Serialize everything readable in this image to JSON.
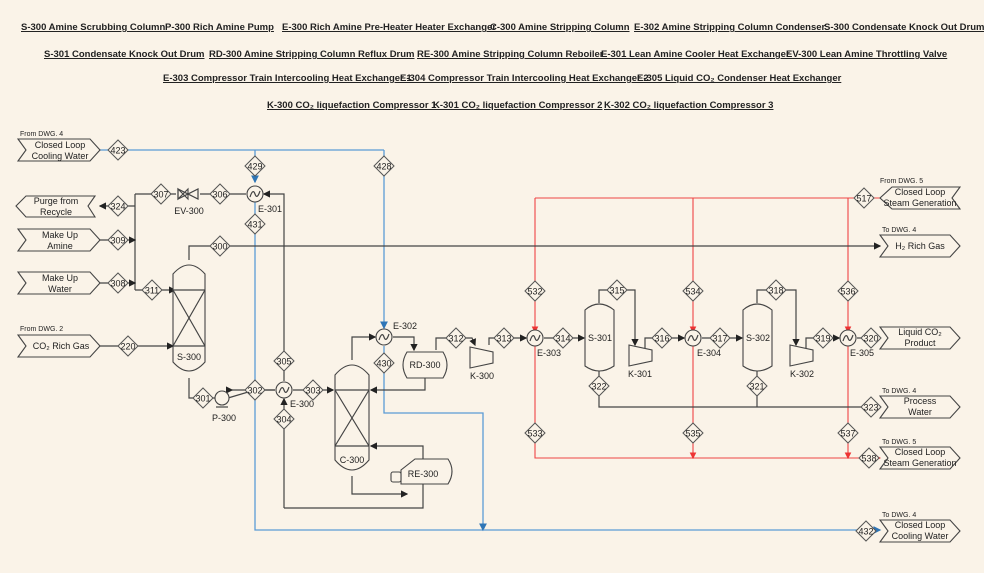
{
  "legend": {
    "row1": [
      "S-300 Amine Scrubbing Column",
      "P-300 Rich Amine Pump",
      "E-300 Rich Amine Pre-Heater Heater Exchanger",
      "C-300 Amine Stripping Column",
      "E-302 Amine Stripping Column Condenser",
      "S-300 Condensate Knock Out Drum"
    ],
    "row2": [
      "S-301 Condensate Knock Out Drum",
      "RD-300 Amine Stripping Column Reflux Drum",
      "RE-300 Amine Stripping Column Reboiler",
      "E-301 Lean Amine Cooler Heat Exchanger",
      "EV-300 Lean Amine Throttling Valve"
    ],
    "row3": [
      "E-303 Compressor Train Intercooling Heat Exchanger 1",
      "E-304 Compressor Train Intercooling Heat Exchanger 2",
      "E-305 Liquid CO₂ Condenser Heat Exchanger"
    ],
    "row4": [
      "K-300 CO₂ liquefaction Compressor 1",
      "K-301 CO₂ liquefaction Compressor 2",
      "K-302 CO₂ liquefaction Compressor 3"
    ]
  },
  "offpage": {
    "cw_in": {
      "note": "From DWG. 4",
      "line1": "Closed Loop",
      "line2": "Cooling Water"
    },
    "purge": {
      "line1": "Purge from",
      "line2": "Recycle"
    },
    "amine": {
      "line1": "Make Up",
      "line2": "Amine"
    },
    "water": {
      "line1": "Make Up",
      "line2": "Water"
    },
    "co2gas": {
      "note": "From DWG. 2",
      "line1": "CO₂ Rich Gas"
    },
    "steam_in": {
      "note": "From DWG. 5",
      "line1": "Closed Loop",
      "line2": "Steam Generation"
    },
    "h2": {
      "note": "To DWG. 4",
      "line1": "H₂ Rich Gas"
    },
    "liqco2": {
      "line1": "Liquid CO₂",
      "line2": "Product"
    },
    "pwater": {
      "note": "To DWG. 4",
      "line1": "Process",
      "line2": "Water"
    },
    "steam_out": {
      "note": "To DWG. 5",
      "line1": "Closed Loop",
      "line2": "Steam Generation"
    },
    "cw_out": {
      "note": "To DWG. 4",
      "line1": "Closed Loop",
      "line2": "Cooling Water"
    }
  },
  "equipment": {
    "S300": "S-300",
    "P300": "P-300",
    "E300": "E-300",
    "C300": "C-300",
    "E301": "E-301",
    "E302": "E-302",
    "EV300": "EV-300",
    "RD300": "RD-300",
    "RE300": "RE-300",
    "K300": "K-300",
    "E303": "E-303",
    "S301": "S-301",
    "K301": "K-301",
    "E304": "E-304",
    "S302": "S-302",
    "K302": "K-302",
    "E305": "E-305"
  },
  "streams": [
    "423",
    "429",
    "428",
    "307",
    "306",
    "324",
    "309",
    "431",
    "300",
    "308",
    "311",
    "220",
    "301",
    "302",
    "305",
    "303",
    "304",
    "430",
    "312",
    "313",
    "314",
    "315",
    "316",
    "317",
    "318",
    "319",
    "320",
    "321",
    "322",
    "323",
    "517",
    "532",
    "534",
    "536",
    "533",
    "535",
    "537",
    "538",
    "432"
  ]
}
